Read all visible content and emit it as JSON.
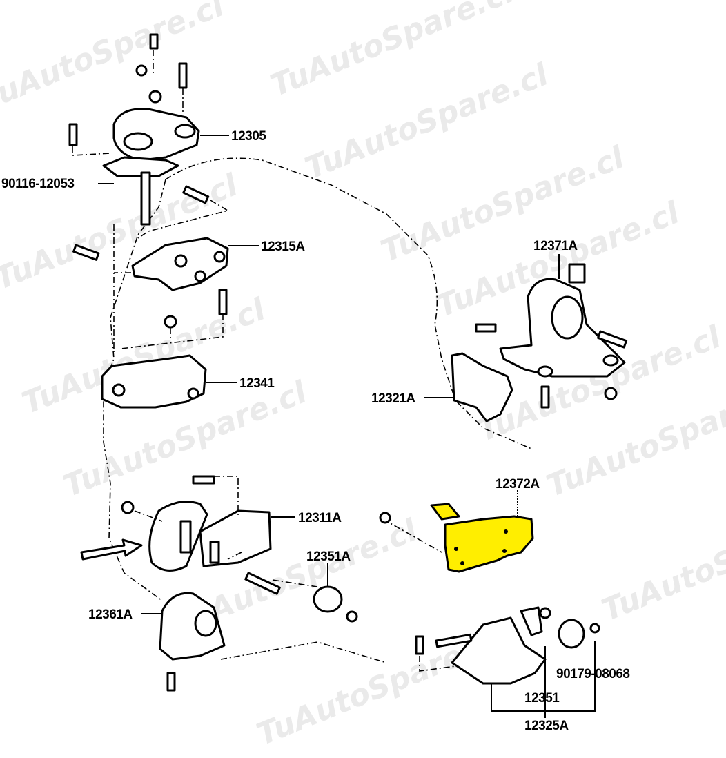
{
  "watermark": "TuAutoSpare.cl",
  "labels": {
    "p12305": "12305",
    "p90116": "90116-12053",
    "p12315A": "12315A",
    "p12341": "12341",
    "p12321A": "12321A",
    "p12371A": "12371A",
    "p12372A": "12372A",
    "p12311A": "12311A",
    "p12351A": "12351A",
    "p12361A": "12361A",
    "p90179": "90179-08068",
    "p12351": "12351",
    "p12325A": "12325A"
  },
  "colors": {
    "highlight": "#ffee00"
  }
}
